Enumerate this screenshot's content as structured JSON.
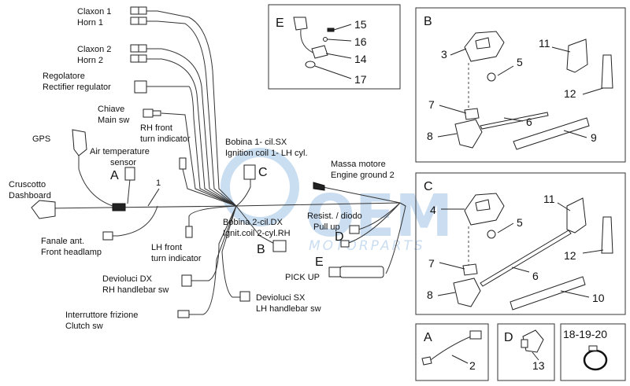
{
  "labels": {
    "horn1_it": "Claxon 1",
    "horn1_en": "Horn 1",
    "horn2_it": "Claxon 2",
    "horn2_en": "Horn 2",
    "rectifier_it": "Regolatore",
    "rectifier_en": "Rectifier regulator",
    "key_it": "Chiave",
    "key_en": "Main sw",
    "rh_turn_1": "RH front",
    "rh_turn_2": "turn indicator",
    "gps": "GPS",
    "air_temp_1": "Air temperature",
    "air_temp_2": "sensor",
    "ref_a": "A",
    "wire_num_1": "1",
    "dashboard_it": "Cruscotto",
    "dashboard_en": "Dashboard",
    "headlamp_it": "Fanale ant.",
    "headlamp_en": "Front headlamp",
    "lh_turn_1": "LH front",
    "lh_turn_2": "turn indicator",
    "rh_switch_it": "Devioluci DX",
    "rh_switch_en": "RH handlebar sw",
    "clutch_it": "Interruttore frizione",
    "clutch_en": "Clutch sw",
    "lh_switch_it": "Devioluci SX",
    "lh_switch_en": "LH handlebar sw",
    "coil1_it": "Bobina 1- cil.SX",
    "coil1_en": "Ignition coil 1- LH cyl.",
    "ref_c": "C",
    "ground_it": "Massa motore",
    "ground_en": "Engine ground 2",
    "coil2_it": "Bobina 2-cil.DX",
    "coil2_en": "Ignit.coil 2-cyl.RH",
    "ref_b": "B",
    "resist_it": "Resist. / diodo",
    "resist_en": "Pull up",
    "ref_d": "D",
    "ref_e": "E",
    "pickup": "PICK UP"
  },
  "watermark": {
    "brand": "OEM",
    "sub": "MOTORPARTS"
  },
  "panels": {
    "e": {
      "letter": "E",
      "n15": "15",
      "n16": "16",
      "n14": "14",
      "n17": "17"
    },
    "b": {
      "letter": "B",
      "n3": "3",
      "n5": "5",
      "n11": "11",
      "n12": "12",
      "n7": "7",
      "n6": "6",
      "n8": "8",
      "n9": "9"
    },
    "c": {
      "letter": "C",
      "n4": "4",
      "n5": "5",
      "n11": "11",
      "n12": "12",
      "n7": "7",
      "n6": "6",
      "n8": "8",
      "n10": "10"
    },
    "a": {
      "letter": "A",
      "n2": "2"
    },
    "d": {
      "letter": "D",
      "n13": "13"
    },
    "clamps": {
      "label": "18-19-20"
    }
  }
}
